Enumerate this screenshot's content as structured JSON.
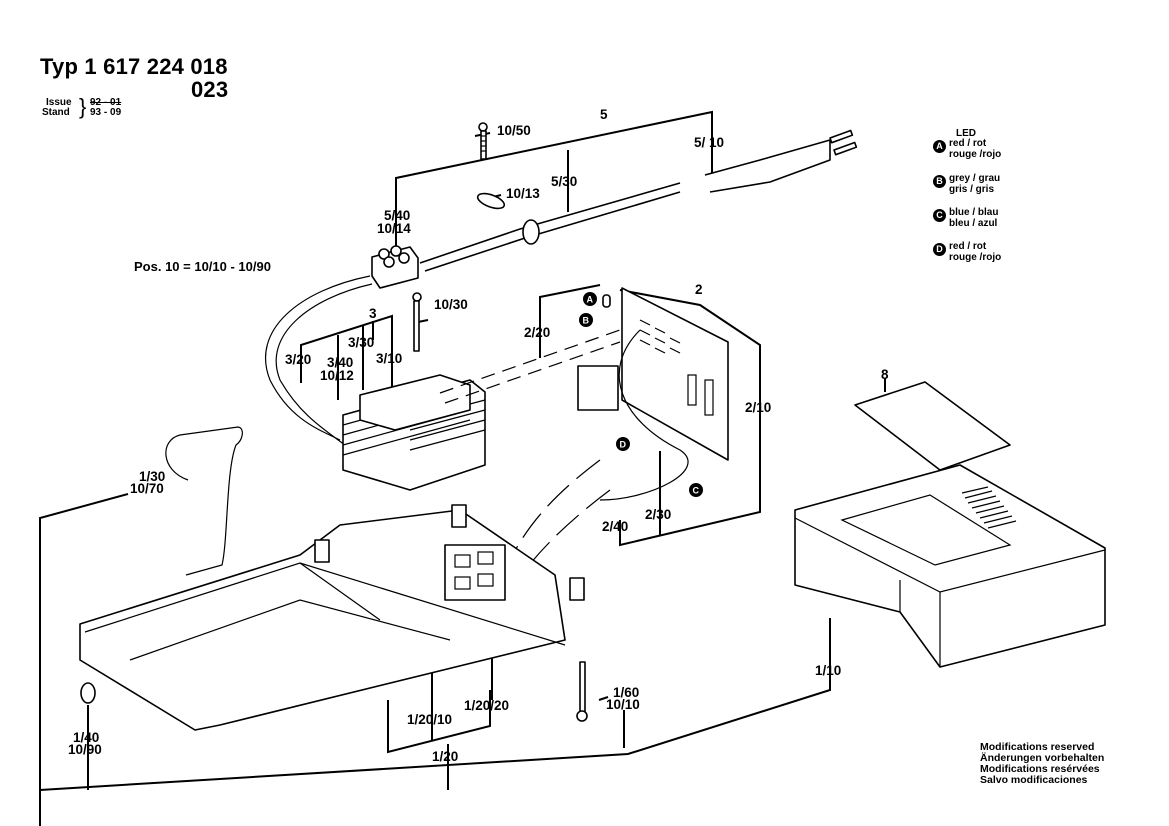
{
  "header": {
    "type_label": "Typ 1 617 224 018",
    "variant": "023",
    "issue_label": "Issue",
    "stand_label": "Stand",
    "issue_value": "92 - 01",
    "stand_value": "93 - 09"
  },
  "position_note": "Pos. 10 = 10/10 - 10/90",
  "legend": {
    "title": "LED",
    "items": [
      {
        "marker": "A",
        "line1": "red / rot",
        "line2": "rouge /rojo"
      },
      {
        "marker": "B",
        "line1": "grey / grau",
        "line2": "gris / gris"
      },
      {
        "marker": "C",
        "line1": "blue / blau",
        "line2": "bleu / azul"
      },
      {
        "marker": "D",
        "line1": "red / rot",
        "line2": "rouge /rojo"
      }
    ]
  },
  "part_labels": {
    "p5": "5",
    "p5_10": "5/ 10",
    "p5_30": "5/30",
    "p5_40": "5/40",
    "p10_14": "10/14",
    "p10_50": "10/50",
    "p10_13": "10/13",
    "p10_30": "10/30",
    "p3": "3",
    "p3_30": "3/30",
    "p3_20": "3/20",
    "p3_40": "3/40",
    "p10_12": "10/12",
    "p3_10": "3/10",
    "p2": "2",
    "p2_20": "2/20",
    "p2_10": "2/10",
    "p2_40": "2/40",
    "p2_30": "2/30",
    "p8": "8",
    "p1_30": "1/30",
    "p10_70": "10/70",
    "p1_40": "1/40",
    "p10_90": "10/90",
    "p1_20_10": "1/20/10",
    "p1_20_20": "1/20/20",
    "p1_20": "1/20",
    "p1_60": "1/60",
    "p10_10": "10/10",
    "p1_10": "1/10"
  },
  "wire_markers": {
    "a": "A",
    "b": "B",
    "c": "C",
    "d": "D"
  },
  "footer_notes": [
    "Modifications reserved",
    "Änderungen vorbehalten",
    "Modifications resérvées",
    "Salvo modificaciones"
  ]
}
